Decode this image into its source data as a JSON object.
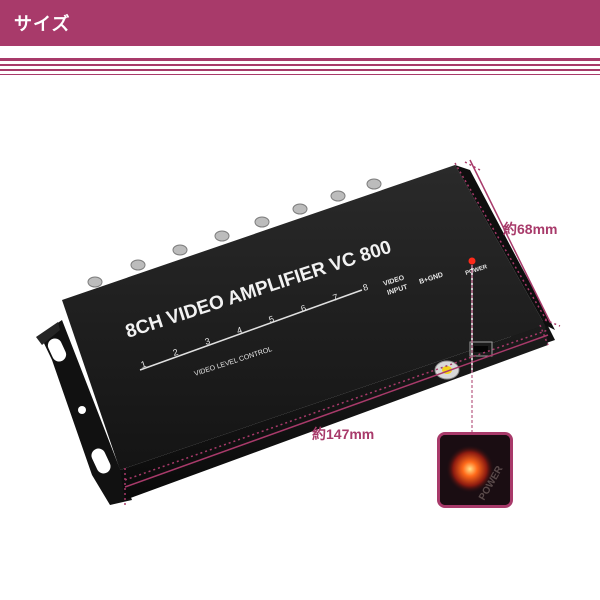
{
  "header": {
    "title": "サイズ"
  },
  "device": {
    "name": "8CH VIDEO AMPLIFIER VC 800",
    "control_label": "VIDEO LEVEL CONTROL",
    "channels": [
      "1",
      "2",
      "3",
      "4",
      "5",
      "6",
      "7",
      "8"
    ],
    "video_input_line1": "VIDEO",
    "video_input_line2": "INPUT",
    "bgnd_label": "B+GND",
    "power_label": "POWER"
  },
  "dimensions": {
    "depth": "約68mm",
    "width": "約147mm"
  },
  "zoom": {
    "label": "POWER"
  },
  "colors": {
    "accent": "#a83a6a",
    "led": "#ff3a1a"
  }
}
